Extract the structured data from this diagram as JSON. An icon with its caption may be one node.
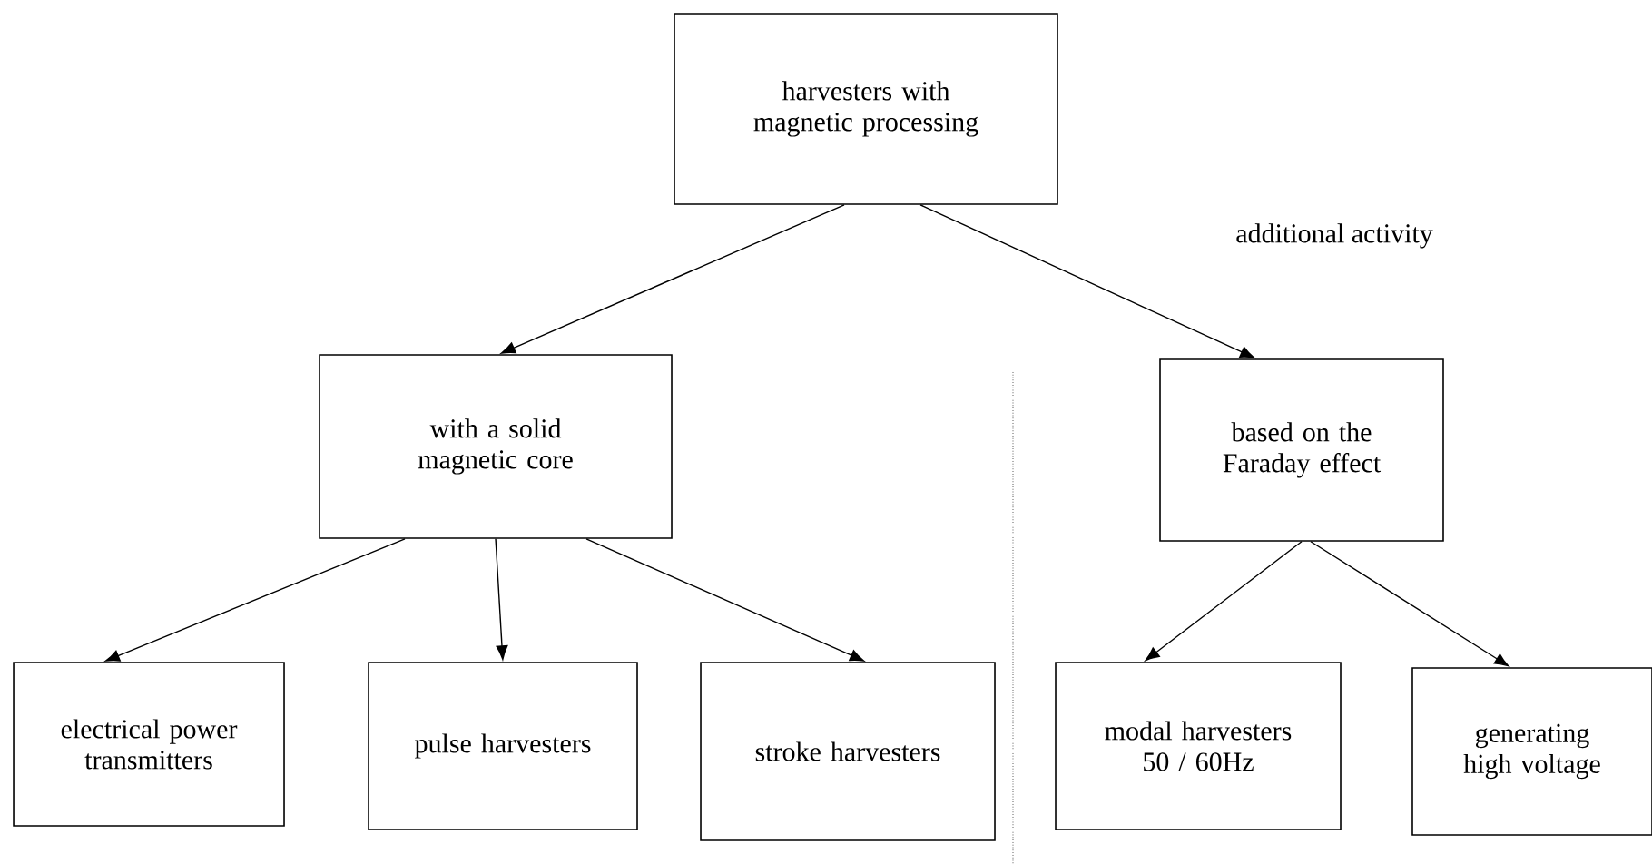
{
  "diagram": {
    "nodes": [
      {
        "text": [
          "harvesters with magnetic processing"
        ]
      },
      {
        "text": [
          "with a solid magnetic core"
        ]
      },
      {
        "text": [
          "based on the Faraday effect"
        ]
      },
      {
        "text": [
          "electrical power transmitters"
        ]
      },
      {
        "text": [
          "pulse harvesters"
        ]
      },
      {
        "text": [
          "stroke harvesters"
        ]
      },
      {
        "text": [
          "modal harvesters 50 / 60Hz"
        ]
      },
      {
        "text": [
          "generating high voltage"
        ]
      }
    ],
    "edges": [
      {
        "from": 0,
        "to": 1,
        "arrow": "to"
      },
      {
        "from": 0,
        "to": 2,
        "arrow": "to"
      },
      {
        "from": 1,
        "to": 3,
        "arrow": "to"
      },
      {
        "from": 1,
        "to": 4,
        "arrow": "to"
      },
      {
        "from": 1,
        "to": 5,
        "arrow": "to"
      },
      {
        "from": 2,
        "to": 6,
        "arrow": "to"
      },
      {
        "from": 2,
        "to": 7,
        "arrow": "to"
      }
    ],
    "labels": [
      "additional activity"
    ]
  }
}
